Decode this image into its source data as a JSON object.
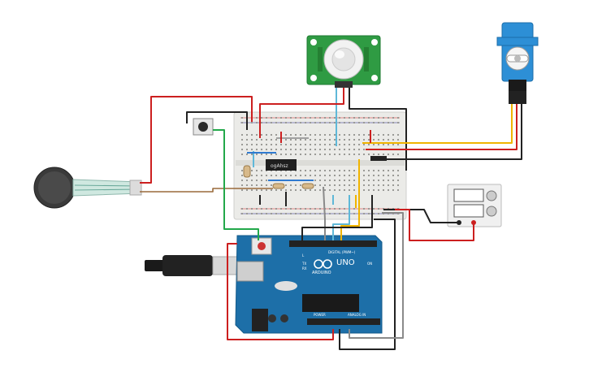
{
  "colors": {
    "breadboard": "#e9e9e6",
    "breadboard_edge": "#cfcfcc",
    "arduino": "#1d6fa8",
    "arduino_dark": "#135a8a",
    "pir_board": "#2f9b43",
    "servo": "#2d8fd6",
    "wire_red": "#cc1f1f",
    "wire_black": "#222222",
    "wire_yellow": "#f0b400",
    "wire_blue": "#5fb8d8",
    "wire_green": "#22a84a",
    "wire_brown": "#9a6a3a",
    "wire_gray": "#8a8a8a"
  },
  "arduino": {
    "model": "UNO",
    "brand": "ARDUINO",
    "digital_label": "DIGITAL (PWM~)",
    "power_label": "POWER",
    "analog_label": "ANALOG IN",
    "tx_label": "TX",
    "rx_label": "RX",
    "l_label": "L",
    "on_label": "ON"
  },
  "ic": {
    "label": "ogAhsz"
  },
  "components": {
    "pir": "pir-sensor",
    "servo": "servo-motor",
    "fsr": "force-sensor",
    "button": "pushbutton",
    "power": "power-supply",
    "usb": "usb-cable"
  }
}
